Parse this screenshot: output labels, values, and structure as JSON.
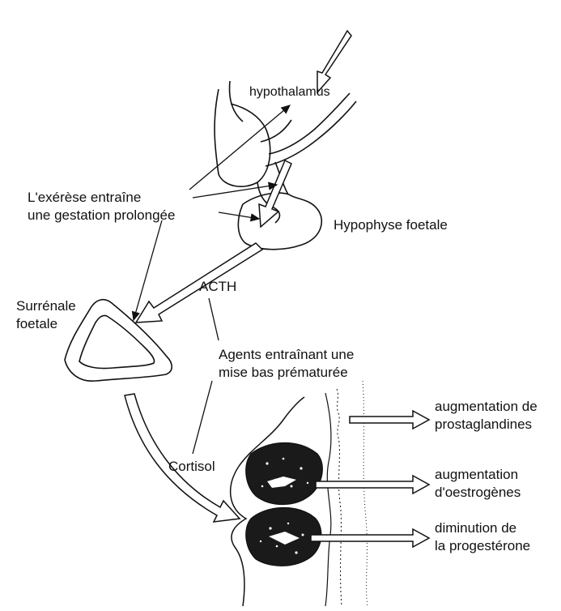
{
  "labels": {
    "hypothalamus": "hypothalamus",
    "exerese_line1": "L'exérèse entraîne",
    "exerese_line2": "une gestation prolongée",
    "hypophyse": "Hypophyse foetale",
    "acth": "ACTH",
    "surrenale_line1": "Surrénale",
    "surrenale_line2": "foetale",
    "agents_line1": "Agents entraînant une",
    "agents_line2": "mise bas prématurée",
    "cortisol": "Cortisol",
    "prostaglandines_line1": "augmentation de",
    "prostaglandines_line2": "prostaglandines",
    "oestrogenes_line1": "augmentation",
    "oestrogenes_line2": "d'oestrogènes",
    "progesterone_line1": "diminution de",
    "progesterone_line2": "la progestérone"
  },
  "colors": {
    "ink": "#111111",
    "placenta_fill": "#1a1a1a",
    "background": "#ffffff"
  }
}
